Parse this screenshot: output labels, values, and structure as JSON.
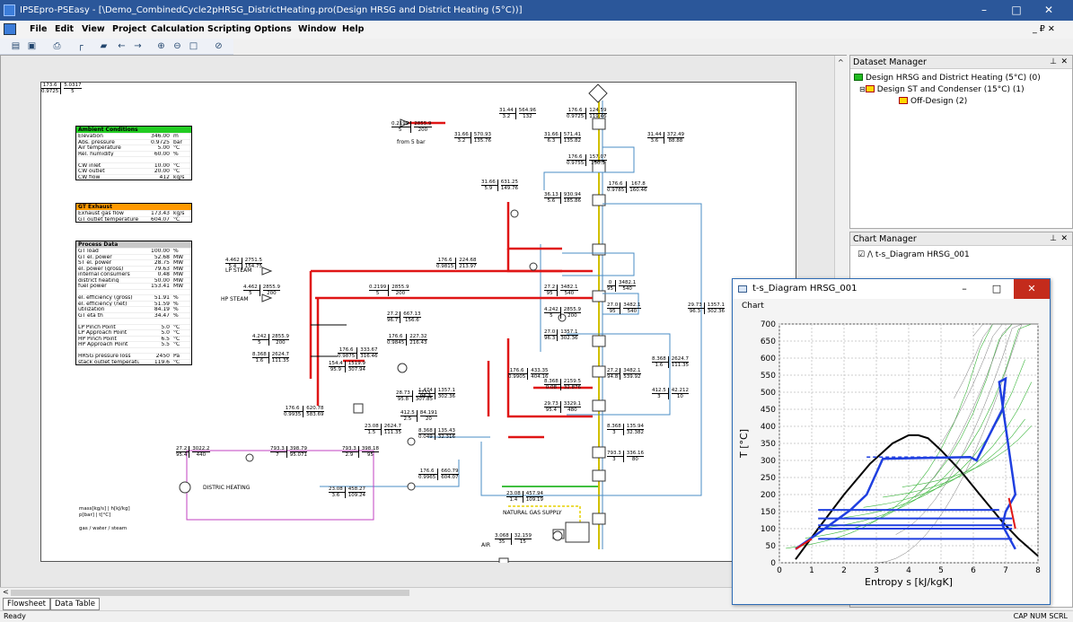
{
  "window": {
    "title": "IPSEpro-PSEasy - [\\Demo_CombinedCycle2pHRSG_DistrictHeating.pro(Design HRSG and District Heating (5°C))]",
    "minimize": "–",
    "maximize": "□",
    "close": "✕"
  },
  "menu": [
    "File",
    "Edit",
    "View",
    "Project",
    "Calculation",
    "Scripting",
    "Options",
    "Window",
    "Help"
  ],
  "menu_right": "_ ₽ ✕",
  "toolbar_icons": [
    "open-icon",
    "save-icon",
    "print-icon",
    "new-icon",
    "folder-icon",
    "back-icon",
    "forward-icon",
    "zoom-in-icon",
    "zoom-out-icon",
    "fit-icon",
    "help-icon"
  ],
  "ambient": {
    "header": "Ambient Conditions",
    "rows": [
      [
        "Elevation",
        "346.00",
        "m"
      ],
      [
        "Abs. pressure",
        "0.9725",
        "bar"
      ],
      [
        "Air temperature",
        "5.00",
        "°C"
      ],
      [
        "Rel. humidity",
        "60.00",
        "%"
      ],
      [
        "",
        "",
        ""
      ],
      [
        "CW inlet",
        "10.00",
        "°C"
      ],
      [
        "CW outlet",
        "20.00",
        "°C"
      ],
      [
        "CW flow",
        "412",
        "kg/s"
      ]
    ]
  },
  "gt_exhaust": {
    "header": "GT Exhaust",
    "rows": [
      [
        "Exhaust gas flow",
        "173.43",
        "kg/s"
      ],
      [
        "GT outlet temperature",
        "604.07",
        "°C"
      ]
    ]
  },
  "process": {
    "header": "Process Data",
    "rows": [
      [
        "GT load",
        "100.00",
        "%"
      ],
      [
        "GT el. power",
        "52.68",
        "MW"
      ],
      [
        "ST el. power",
        "28.75",
        "MW"
      ],
      [
        "el. power (gross)",
        "79.63",
        "MW"
      ],
      [
        "internal consumers",
        "0.48",
        "MW"
      ],
      [
        "district heating",
        "50.00",
        "MW"
      ],
      [
        "fuel power",
        "153.41",
        "MW"
      ],
      [
        "",
        "",
        ""
      ],
      [
        "el. efficiency (gross)",
        "51.91",
        "%"
      ],
      [
        "el. efficiency (net)",
        "51.59",
        "%"
      ],
      [
        "utilization",
        "84.19",
        "%"
      ],
      [
        "GT eta th",
        "34.47",
        "%"
      ],
      [
        "",
        "",
        ""
      ],
      [
        "LP Pinch Point",
        "5.0",
        "°C"
      ],
      [
        "LP Approach Point",
        "5.0",
        "°C"
      ],
      [
        "HP Pinch Point",
        "6.5",
        "°C"
      ],
      [
        "HP Approach Point",
        "5.5",
        "°C"
      ],
      [
        "",
        "",
        ""
      ],
      [
        "HRSG pressure loss",
        "2450",
        "Pa"
      ],
      [
        "stack outlet temperature",
        "119.6",
        "°C"
      ]
    ]
  },
  "flow_labels": [
    {
      "id": "lp-steam",
      "text": "LP STEAM"
    },
    {
      "id": "hp-steam",
      "text": "HP STEAM"
    },
    {
      "id": "district",
      "text": "DISTRIC HEATING"
    },
    {
      "id": "natgas",
      "text": "NATURAL GAS SUPPLY"
    },
    {
      "id": "air",
      "text": "AIR"
    },
    {
      "id": "from5bar",
      "text": "from 5 bar"
    },
    {
      "id": "legend1",
      "text": "mass[kg/s] | h[kJ/kg]"
    },
    {
      "id": "legend2",
      "text": "p[bar] | t[°C]"
    },
    {
      "id": "legend3",
      "text": "gas / water / steam"
    }
  ],
  "value_boxes": [
    [
      "0.2199",
      "2855.9",
      "5",
      "200"
    ],
    [
      "31.44",
      "564.96",
      "3.2",
      "132"
    ],
    [
      "176.6",
      "124.59",
      "0.9725",
      "119.46"
    ],
    [
      "31.66",
      "570.93",
      "3.2",
      "135.76"
    ],
    [
      "31.66",
      "571.41",
      "6.3",
      "135.82"
    ],
    [
      "176.6",
      "157.07",
      "0.9755",
      "150.3"
    ],
    [
      "31.44",
      "372.49",
      "3.6",
      "88.88"
    ],
    [
      "31.66",
      "631.25",
      "5.9",
      "149.76"
    ],
    [
      "36.13",
      "930.94",
      "5.6",
      "185.86"
    ],
    [
      "176.6",
      "167.8",
      "0.9785",
      "160.46"
    ],
    [
      "4.462",
      "2751.5",
      "5.4",
      "154.75"
    ],
    [
      "176.6",
      "224.68",
      "0.9815",
      "213.97"
    ],
    [
      "0.2199",
      "2855.9",
      "5",
      "200"
    ],
    [
      "4.462",
      "2855.9",
      "5",
      "200"
    ],
    [
      "27.2",
      "3482.1",
      "95",
      "540"
    ],
    [
      "0",
      "3482.1",
      "95",
      "540"
    ],
    [
      "27.2",
      "667.13",
      "96.7",
      "156.6"
    ],
    [
      "176.6",
      "227.32",
      "0.9845",
      "216.43"
    ],
    [
      "4.242",
      "2855.9",
      "5",
      "200"
    ],
    [
      "4.242",
      "2855.9",
      "5",
      "200"
    ],
    [
      "27.0",
      "3482.1",
      "95",
      "540"
    ],
    [
      "29.73",
      "1357.1",
      "96.3",
      "302.36"
    ],
    [
      "176.6",
      "333.67",
      "0.9875",
      "316.46"
    ],
    [
      "27.0",
      "1357.1",
      "96.3",
      "302.36"
    ],
    [
      "8.368",
      "2624.7",
      "1.6",
      "111.35"
    ],
    [
      "154.4",
      "1519.9",
      "95.9",
      "307.94"
    ],
    [
      "27.2",
      "3482.1",
      "94.8",
      "539.92"
    ],
    [
      "8.368",
      "2624.7",
      "1.6",
      "111.35"
    ],
    [
      "8.368",
      "2159.5",
      "0.08",
      "32.876"
    ],
    [
      "176.6",
      "433.35",
      "0.9905",
      "404.16"
    ],
    [
      "1.474",
      "1357.1",
      "96.3",
      "302.36"
    ],
    [
      "28.73",
      "2733",
      "95.8",
      "307.85"
    ],
    [
      "412.5",
      "84.191",
      "2.5",
      "20"
    ],
    [
      "412.5",
      "42.212",
      "3",
      "10"
    ],
    [
      "29.73",
      "3329.1",
      "95.4",
      "480"
    ],
    [
      "176.6",
      "620.78",
      "0.9935",
      "583.69"
    ],
    [
      "23.08",
      "2624.7",
      "1.5",
      "111.35"
    ],
    [
      "8.368",
      "135.43",
      "0.049",
      "32.316"
    ],
    [
      "8.368",
      "135.94",
      "3",
      "32.382"
    ],
    [
      "27.2",
      "3022.2",
      "95.4",
      "440"
    ],
    [
      "793.3",
      "398.79",
      "7",
      "95.071"
    ],
    [
      "793.3",
      "398.18",
      "2.9",
      "95"
    ],
    [
      "793.3",
      "336.16",
      "3",
      "80"
    ],
    [
      "176.6",
      "660.79",
      "0.9965",
      "604.07"
    ],
    [
      "23.08",
      "458.27",
      "3.6",
      "109.24"
    ],
    [
      "23.08",
      "457.94",
      "1.4",
      "109.19"
    ],
    [
      "3.068",
      "32.159",
      "35",
      "15"
    ],
    [
      "173.6",
      "5.0317",
      "0.9725",
      "5"
    ]
  ],
  "bottom_tabs": [
    "Flowsheet",
    "Data Table"
  ],
  "status": {
    "left": "Ready",
    "right": "CAP  NUM  SCRL"
  },
  "dataset_manager": {
    "title": "Dataset Manager",
    "items": [
      "Design HRSG and District Heating (5°C) (0)",
      "Design ST and Condenser (15°C) (1)",
      "Off-Design (2)"
    ]
  },
  "chart_manager": {
    "title": "Chart Manager",
    "items": [
      "t-s_Diagram HRSG_001"
    ]
  },
  "chart_window": {
    "title": "t-s_Diagram HRSG_001",
    "menu": "Chart"
  },
  "chart_data": {
    "type": "line",
    "title": "",
    "xlabel": "Entropy s [kJ/kgK]",
    "ylabel": "T [°C]",
    "xlim": [
      0,
      8
    ],
    "ylim": [
      0,
      700
    ],
    "xticks": [
      0,
      1,
      2,
      3,
      4,
      5,
      6,
      7,
      8
    ],
    "yticks": [
      0,
      50,
      100,
      150,
      200,
      250,
      300,
      350,
      400,
      450,
      500,
      550,
      600,
      650,
      700
    ],
    "grid": true,
    "saturation_dome": {
      "name": "",
      "x": [
        0.5,
        1.2,
        2.0,
        2.8,
        3.5,
        4.0,
        4.3,
        4.6,
        5.0,
        5.6,
        6.2,
        6.9,
        7.4,
        8.0
      ],
      "y": [
        10,
        100,
        200,
        290,
        350,
        374,
        374,
        365,
        330,
        270,
        200,
        120,
        70,
        20
      ]
    },
    "hp_cycle": {
      "x": [
        0.5,
        1.4,
        2.2,
        2.7,
        3.2,
        5.9,
        6.1,
        6.9,
        7.0,
        6.8,
        7.3,
        7.0,
        6.9,
        7.3
      ],
      "y": [
        40,
        100,
        155,
        200,
        305,
        310,
        300,
        450,
        540,
        530,
        200,
        150,
        110,
        40
      ]
    },
    "hp_evap_dashed": {
      "x": [
        2.7,
        5.9
      ],
      "y": [
        310,
        310
      ]
    },
    "lp_lines": {
      "x": [
        1.2,
        6.8
      ],
      "y": [
        155,
        155
      ]
    },
    "extra_hlines": [
      110,
      130,
      100,
      70
    ]
  }
}
